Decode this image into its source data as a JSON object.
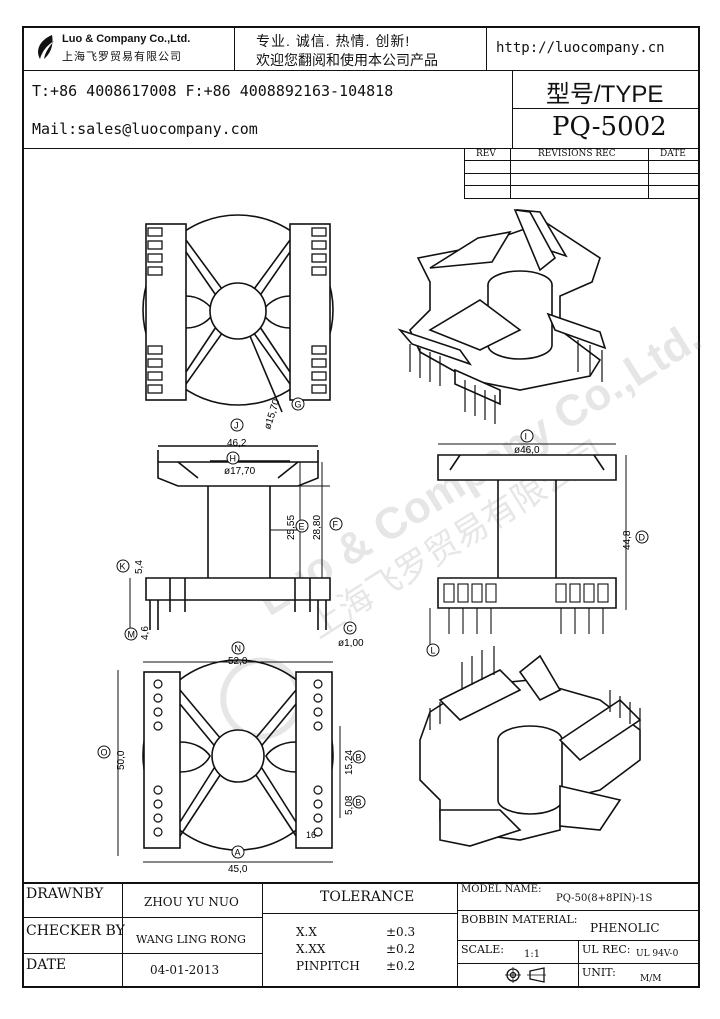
{
  "header": {
    "company_name": "Luo & Company Co.,Ltd.",
    "company_name_cn": "上海飞罗贸易有限公司",
    "slogan_line1": "专业. 诚信. 热情. 创新!",
    "slogan_line2": "欢迎您翻阅和使用本公司产品",
    "website": "http://luocompany.cn",
    "phone_fax": "T:+86 4008617008 F:+86 4008892163-104818",
    "email": "Mail:sales@luocompany.com",
    "type_label": "型号/TYPE",
    "type_value": "PQ-5002"
  },
  "revisions": {
    "col_rev": "REV",
    "col_rec": "REVISIONS REC",
    "col_date": "DATE"
  },
  "dimensions": {
    "d_15_70": "ø15,70",
    "label_G": "G",
    "label_J": "J",
    "d_46_2": "46,2",
    "label_H": "H",
    "d_17_70": "ø17,70",
    "d_25_55": "25,55",
    "label_E": "E",
    "d_28_80": "28,80",
    "label_F": "F",
    "label_K": "K",
    "d_5_4": "5,4",
    "label_M": "M",
    "d_4_6": "4,6",
    "label_C": "C",
    "d_1_00": "ø1,00",
    "label_I": "I",
    "d_46_0": "ø46,0",
    "d_44_8": "44,8",
    "label_D": "D",
    "label_L": "L",
    "label_N": "N",
    "d_52_0": "52,0",
    "label_O": "O",
    "d_50_0": "50,0",
    "d_15_24": "15,24",
    "label_B2": "B",
    "d_5_08": "5,08",
    "label_B": "B",
    "label_A": "A",
    "d_45_0": "45,0",
    "pin_16": "16"
  },
  "watermark": {
    "text": "Luo & Company Co.,Ltd.",
    "text_cn": "上海飞罗贸易有限公司"
  },
  "titleblock": {
    "drawnby_label": "DRAWNBY",
    "drawnby_value": "ZHOU YU NUO",
    "checker_label": "CHECKER BY",
    "checker_value": "WANG LING RONG",
    "date_label": "DATE",
    "date_value": "04-01-2013",
    "tolerance_label": "TOLERANCE",
    "tol_xx": "X.X",
    "tol_xx_val": "±0.3",
    "tol_xxx": "X.XX",
    "tol_xxx_val": "±0.2",
    "tol_pin": "PINPITCH",
    "tol_pin_val": "±0.2",
    "model_label": "MODEL NAME:",
    "model_value": "PQ-50(8+8PIN)-1S",
    "bobbin_label": "BOBBIN MATERIAL:",
    "bobbin_value": "PHENOLIC",
    "scale_label": "SCALE:",
    "scale_value": "1:1",
    "ul_label": "UL REC:",
    "ul_value": "UL 94V-0",
    "unit_label": "UNIT:",
    "unit_value": "M/M"
  }
}
